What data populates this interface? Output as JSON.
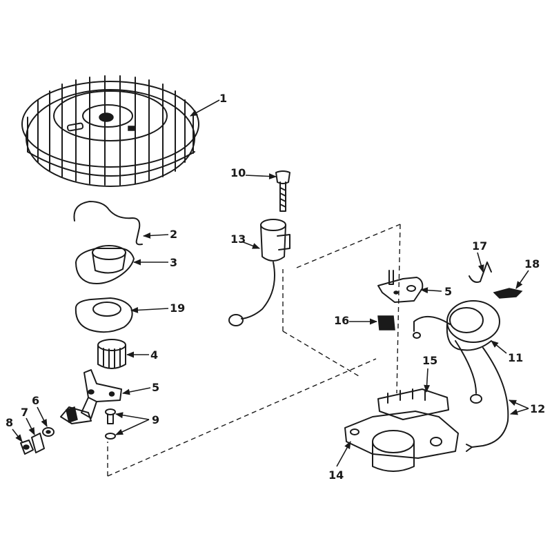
{
  "diagram": {
    "colors": {
      "ink": "#1a1a1a",
      "paper": "#ffffff"
    },
    "callouts": {
      "c1": "1",
      "c2": "2",
      "c3": "3",
      "c19": "19",
      "c4": "4",
      "c5a": "5",
      "c6": "6",
      "c7": "7",
      "c8": "8",
      "c9": "9",
      "c10": "10",
      "c13": "13",
      "c5b": "5",
      "c16": "16",
      "c17": "17",
      "c18": "18",
      "c11": "11",
      "c12": "12",
      "c15": "15",
      "c14": "14"
    }
  }
}
